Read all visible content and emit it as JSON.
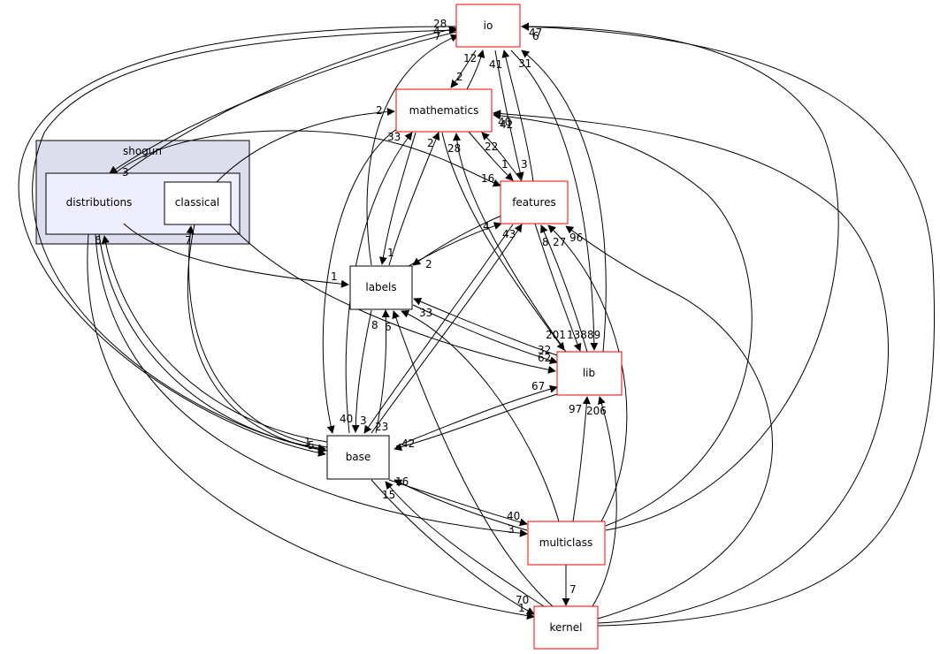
{
  "cluster": {
    "label": "shogun"
  },
  "nodes": {
    "io": {
      "label": "io",
      "border": "#ff0000"
    },
    "mathematics": {
      "label": "mathematics",
      "border": "#ff0000"
    },
    "features": {
      "label": "features",
      "border": "#ff0000"
    },
    "labels": {
      "label": "labels",
      "border": "#000000"
    },
    "lib": {
      "label": "lib",
      "border": "#ff0000"
    },
    "base": {
      "label": "base",
      "border": "#000000"
    },
    "multiclass": {
      "label": "multiclass",
      "border": "#ff0000"
    },
    "kernel": {
      "label": "kernel",
      "border": "#ff0000"
    },
    "distributions": {
      "label": "distributions",
      "fill": "#eeeeff"
    },
    "classical": {
      "label": "classical",
      "border": "#000000"
    }
  },
  "colors": {
    "cluster_fill": "#ddddee",
    "cluster_border": "#000000",
    "edge": "#000000"
  },
  "edge_labels": [
    "28",
    "4",
    "7",
    "47",
    "6",
    "12",
    "2",
    "41",
    "31",
    "2",
    "33",
    "2",
    "28",
    "42",
    "40",
    "22",
    "1",
    "3",
    "16",
    "4",
    "43",
    "8",
    "27",
    "96",
    "1",
    "2",
    "1",
    "33",
    "8",
    "6",
    "201",
    "138",
    "89",
    "32",
    "62",
    "67",
    "97",
    "206",
    "40",
    "3",
    "23",
    "1",
    "5",
    "42",
    "16",
    "15",
    "40",
    "3",
    "7",
    "70",
    "1",
    "6",
    "7",
    "3"
  ]
}
